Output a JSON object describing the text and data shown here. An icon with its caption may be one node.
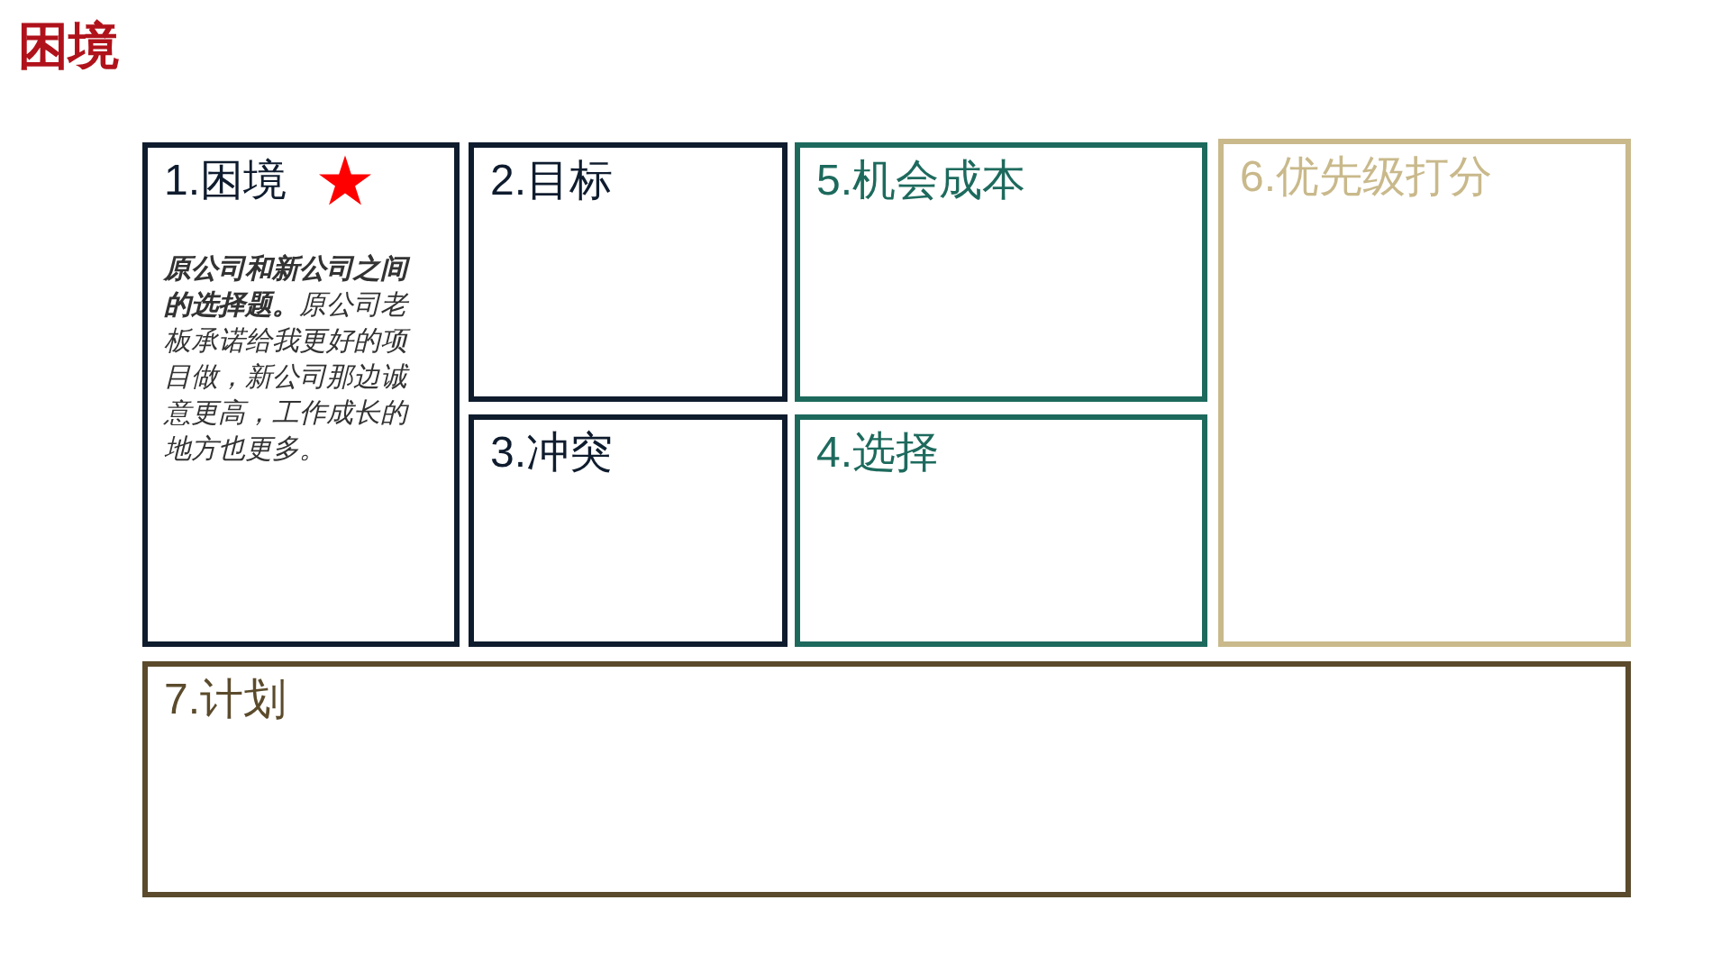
{
  "diagram": {
    "title": "困境",
    "nodes": [
      {
        "text": [
          "1.困境",
          "**原公司和新公司之间的选择题。**原公司老板承诺给我更好的项目做，新公司那边诚意更高，工作成长的地方也更多。"
        ]
      },
      {
        "text": [
          "2.目标"
        ]
      },
      {
        "text": [
          "5.机会成本"
        ]
      },
      {
        "text": [
          "6.优先级打分"
        ]
      },
      {
        "text": [
          "3.冲突"
        ]
      },
      {
        "text": [
          "4.选择"
        ]
      },
      {
        "text": [
          "7.计划"
        ]
      }
    ]
  }
}
